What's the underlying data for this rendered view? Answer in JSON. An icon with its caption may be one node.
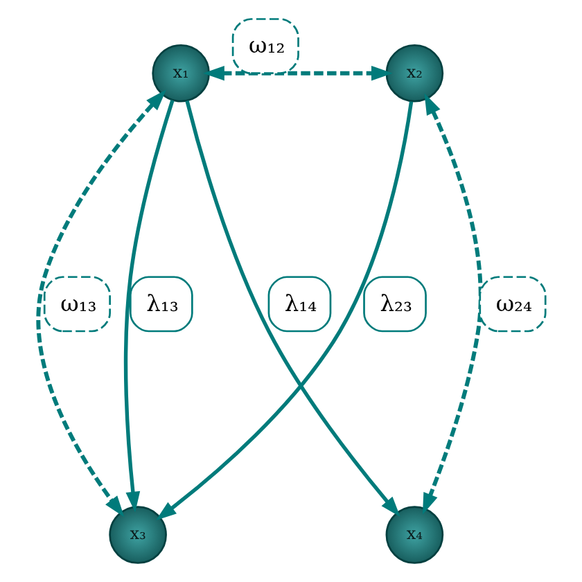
{
  "diagram": {
    "nodes": [
      {
        "text": [
          "x₁"
        ]
      },
      {
        "text": [
          "x₂"
        ]
      },
      {
        "text": [
          "x₃"
        ]
      },
      {
        "text": [
          "x₄"
        ]
      }
    ],
    "edges": [
      {
        "from": 0,
        "to": 1,
        "arrow": "both",
        "label": "ω₁₂",
        "style": "dashed"
      },
      {
        "from": 0,
        "to": 2,
        "arrow": "to",
        "label": "λ₁₃"
      },
      {
        "from": 0,
        "to": 3,
        "arrow": "to",
        "label": "λ₁₄"
      },
      {
        "from": 1,
        "to": 2,
        "arrow": "to",
        "label": "λ₂₃"
      },
      {
        "from": 0,
        "to": 2,
        "arrow": "both",
        "label": "ω₁₃",
        "style": "dashed"
      },
      {
        "from": 1,
        "to": 3,
        "arrow": "both",
        "label": "ω₂₄",
        "style": "dashed"
      }
    ]
  }
}
